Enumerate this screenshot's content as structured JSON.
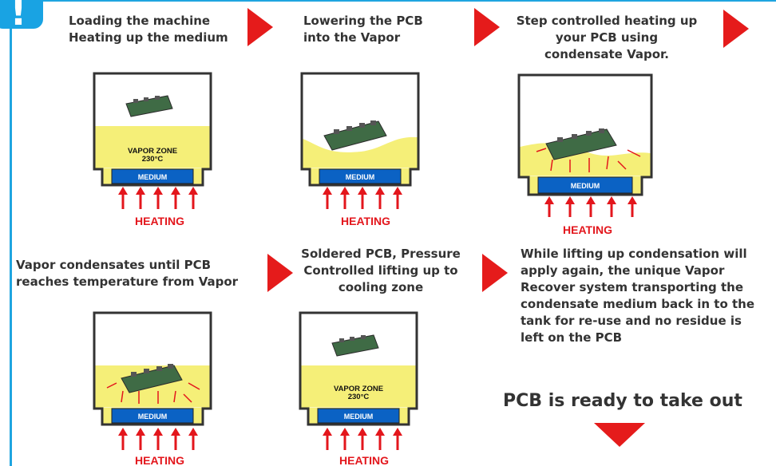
{
  "badge": "!",
  "steps": [
    {
      "text": "Loading the machine\nHeating up the medium"
    },
    {
      "text": "Lowering the PCB\ninto the Vapor"
    },
    {
      "text": "Step controlled heating up\nyour PCB using\ncondensate Vapor."
    },
    {
      "text": "Vapor condensates until PCB\nreaches temperature from Vapor"
    },
    {
      "text": "Soldered PCB, Pressure\nControlled lifting up to\ncooling zone"
    },
    {
      "text": "While lifting up condensation will\napply again, the unique Vapor\nRecover system transporting the\ncondensate medium back in to the\n tank for re-use and no residue is\nleft on the PCB"
    }
  ],
  "tanks": [
    {
      "medium": "MEDIUM",
      "heating": "HEATING",
      "zone": "VAPOR ZONE",
      "temp": "230°C"
    },
    {
      "medium": "MEDIUM",
      "heating": "HEATING",
      "zone": "",
      "temp": ""
    },
    {
      "medium": "MEDIUM",
      "heating": "HEATING",
      "zone": "",
      "temp": ""
    },
    {
      "medium": "MEDIUM",
      "heating": "HEATING",
      "zone": "",
      "temp": ""
    },
    {
      "medium": "MEDIUM",
      "heating": "HEATING",
      "zone": "VAPOR ZONE",
      "temp": "230°C"
    }
  ],
  "ready_text": "PCB is ready to take out",
  "colors": {
    "vapor": "#f5ef78",
    "medium": "#0b62c4",
    "heating": "#e3161c",
    "frame": "#1fa5e0",
    "pcb": "#3f6b45"
  }
}
